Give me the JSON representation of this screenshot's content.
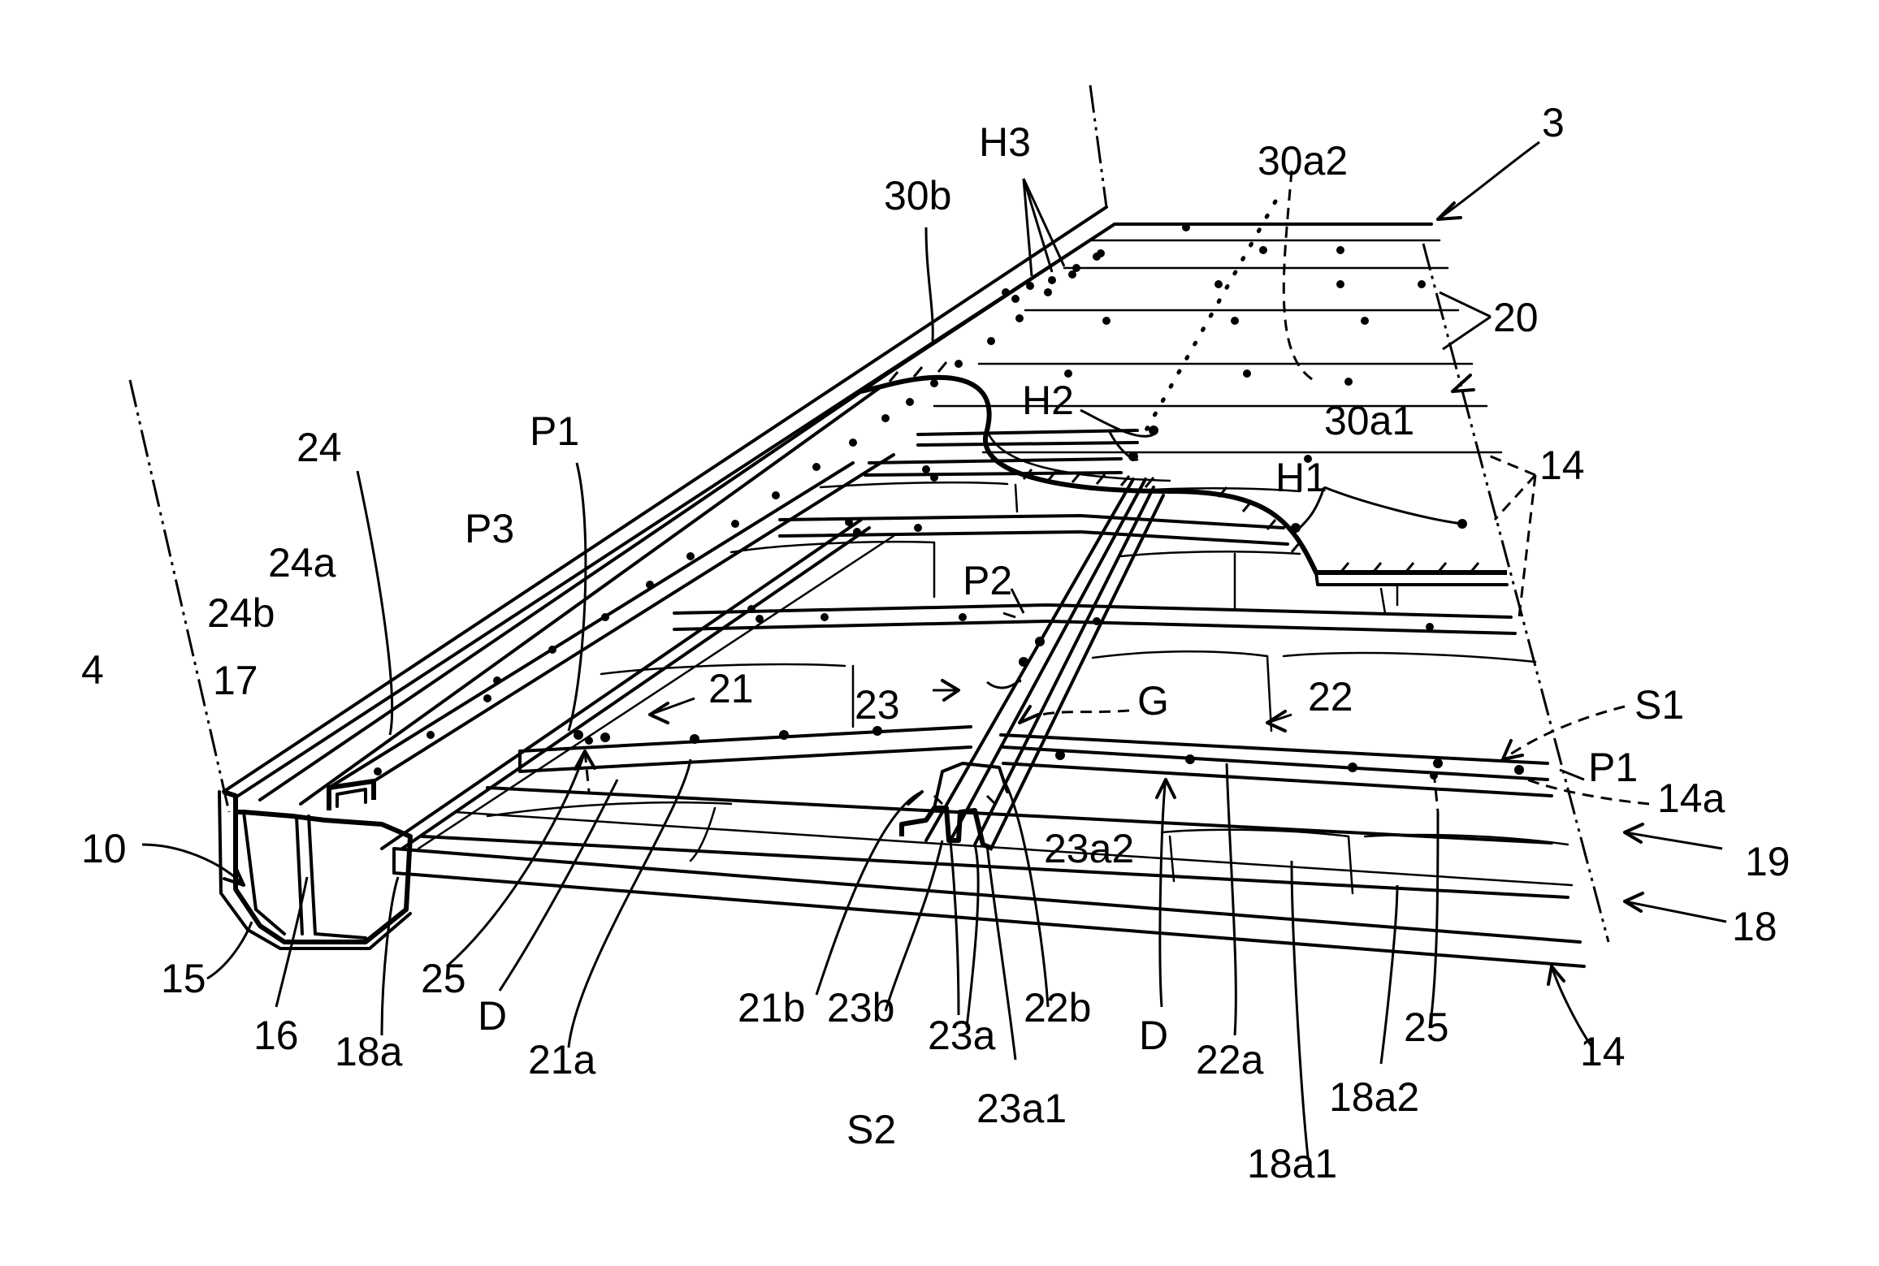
{
  "figure": {
    "labels": [
      {
        "name": "label-3",
        "text": "3"
      },
      {
        "name": "label-30a2",
        "text": "30a2"
      },
      {
        "name": "label-h3",
        "text": "H3"
      },
      {
        "name": "label-30b",
        "text": "30b"
      },
      {
        "name": "label-20",
        "text": "20"
      },
      {
        "name": "label-h2",
        "text": "H2"
      },
      {
        "name": "label-30a1",
        "text": "30a1"
      },
      {
        "name": "label-p1-top",
        "text": "P1"
      },
      {
        "name": "label-24",
        "text": "24"
      },
      {
        "name": "label-h1",
        "text": "H1"
      },
      {
        "name": "label-14-right",
        "text": "14"
      },
      {
        "name": "label-p3",
        "text": "P3"
      },
      {
        "name": "label-24a",
        "text": "24a"
      },
      {
        "name": "label-24b",
        "text": "24b"
      },
      {
        "name": "label-p2",
        "text": "P2"
      },
      {
        "name": "label-4",
        "text": "4"
      },
      {
        "name": "label-17",
        "text": "17"
      },
      {
        "name": "label-21",
        "text": "21"
      },
      {
        "name": "label-23",
        "text": "23"
      },
      {
        "name": "label-g",
        "text": "G"
      },
      {
        "name": "label-22",
        "text": "22"
      },
      {
        "name": "label-s1",
        "text": "S1"
      },
      {
        "name": "label-p1-right",
        "text": "P1"
      },
      {
        "name": "label-14a",
        "text": "14a"
      },
      {
        "name": "label-10",
        "text": "10"
      },
      {
        "name": "label-23a2",
        "text": "23a2"
      },
      {
        "name": "label-19",
        "text": "19"
      },
      {
        "name": "label-18",
        "text": "18"
      },
      {
        "name": "label-15",
        "text": "15"
      },
      {
        "name": "label-25-left",
        "text": "25"
      },
      {
        "name": "label-16",
        "text": "16"
      },
      {
        "name": "label-d-left",
        "text": "D"
      },
      {
        "name": "label-21b",
        "text": "21b"
      },
      {
        "name": "label-23b",
        "text": "23b"
      },
      {
        "name": "label-22b",
        "text": "22b"
      },
      {
        "name": "label-d-right",
        "text": "D"
      },
      {
        "name": "label-25-right",
        "text": "25"
      },
      {
        "name": "label-14-bottom",
        "text": "14"
      },
      {
        "name": "label-18a",
        "text": "18a"
      },
      {
        "name": "label-21a",
        "text": "21a"
      },
      {
        "name": "label-23a",
        "text": "23a"
      },
      {
        "name": "label-22a",
        "text": "22a"
      },
      {
        "name": "label-18a2",
        "text": "18a2"
      },
      {
        "name": "label-s2",
        "text": "S2"
      },
      {
        "name": "label-23a1",
        "text": "23a1"
      },
      {
        "name": "label-18a1",
        "text": "18a1"
      }
    ]
  }
}
